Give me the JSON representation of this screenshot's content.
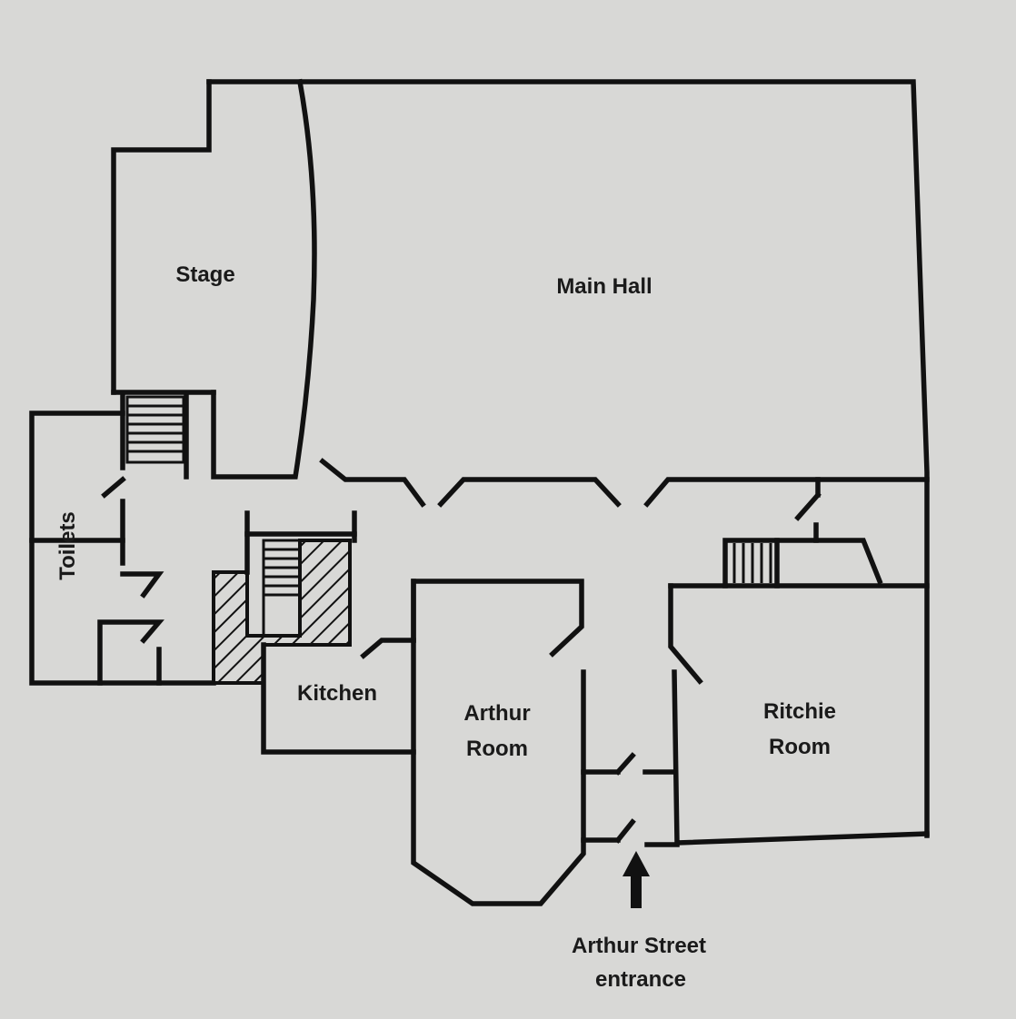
{
  "rooms": {
    "stage": "Stage",
    "main_hall": "Main Hall",
    "toilets": "Toilets",
    "kitchen": "Kitchen",
    "arthur_room_line1": "Arthur",
    "arthur_room_line2": "Room",
    "ritchie_room_line1": "Ritchie",
    "ritchie_room_line2": "Room"
  },
  "entrance": {
    "line1": "Arthur Street",
    "line2": "entrance",
    "arrow_icon": "up-arrow-icon"
  },
  "colors": {
    "background": "#d8d8d6",
    "ink": "#111111"
  }
}
